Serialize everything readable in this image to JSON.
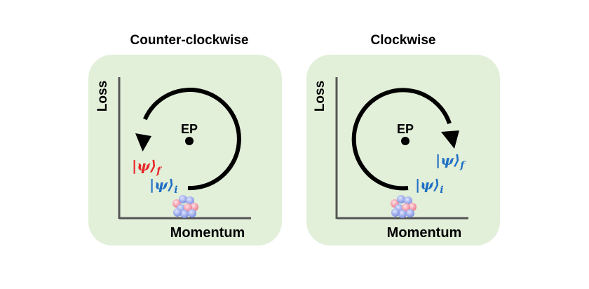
{
  "panels": [
    {
      "id": "ccw",
      "title": "Counter-clockwise",
      "y_axis_label": "Loss",
      "x_axis_label": "Momentum",
      "point_label": "EP",
      "state_initial": {
        "symbol": "|ψ⟩",
        "subscript": "i",
        "color": "#1f6fc4"
      },
      "state_final": {
        "symbol": "|ψ⟩",
        "subscript": "f",
        "color": "#e8262a"
      },
      "direction": "counter-clockwise"
    },
    {
      "id": "cw",
      "title": "Clockwise",
      "y_axis_label": "Loss",
      "x_axis_label": "Momentum",
      "point_label": "EP",
      "state_initial": {
        "symbol": "|ψ⟩",
        "subscript": "i",
        "color": "#1f6fc4"
      },
      "state_final": {
        "symbol": "|ψ⟩",
        "subscript": "f",
        "color": "#1f6fc4"
      },
      "direction": "clockwise"
    }
  ],
  "colors": {
    "panel_background": "#e2efd9",
    "arrow": "#000000",
    "particle_blue": "#8c9ee8",
    "particle_red": "#f08c9a"
  }
}
